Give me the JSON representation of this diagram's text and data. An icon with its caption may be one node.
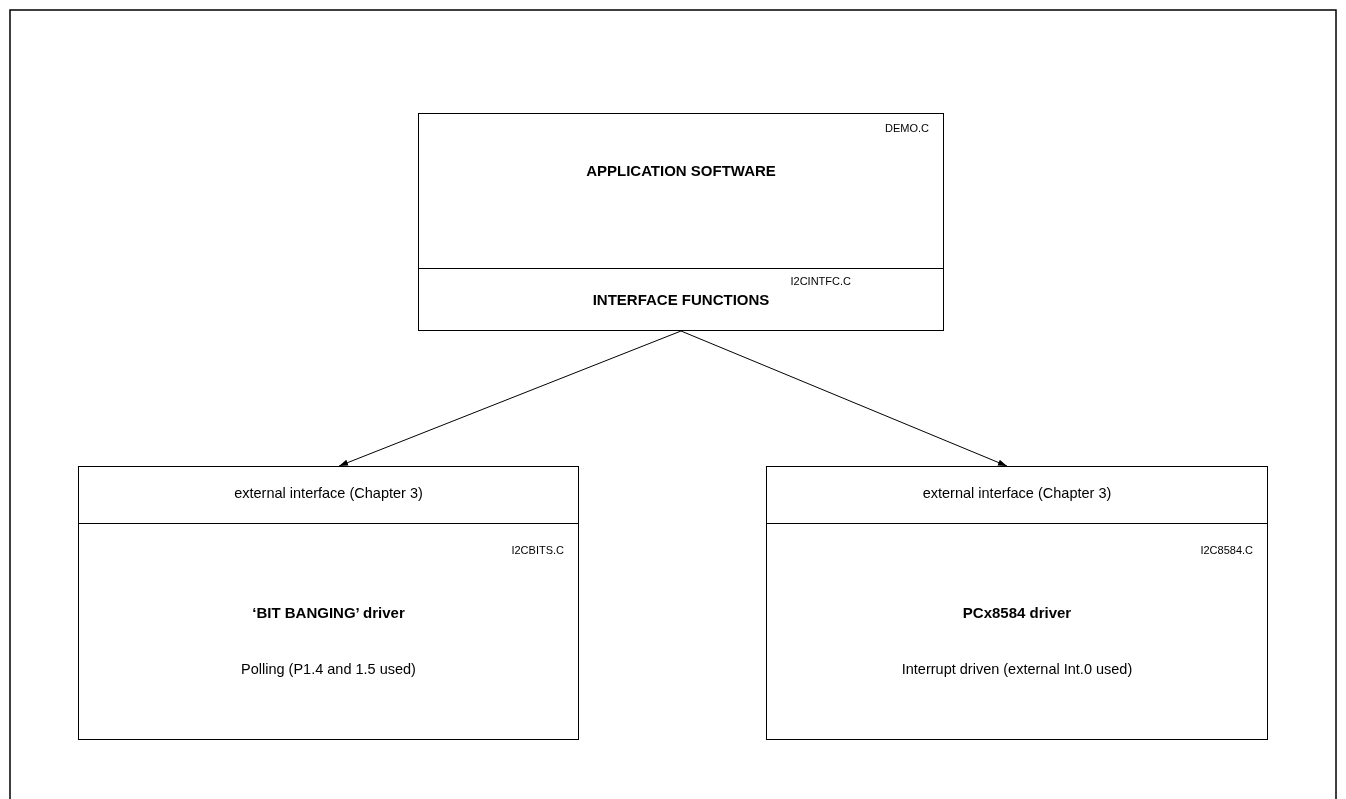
{
  "diagram": {
    "nodes": [
      {
        "text": [
          "DEMO.C",
          "APPLICATION SOFTWARE"
        ]
      },
      {
        "text": [
          "I2CINTFC.C",
          "INTERFACE FUNCTIONS"
        ]
      },
      {
        "text": [
          "external interface (Chapter 3)"
        ]
      },
      {
        "text": [
          "I2CBITS.C",
          "‘BIT BANGING’ driver",
          "Polling (P1.4 and 1.5 used)"
        ]
      },
      {
        "text": [
          "external interface (Chapter 3)"
        ]
      },
      {
        "text": [
          "I2C8584.C",
          "PCx8584 driver",
          "Interrupt driven (external Int.0 used)"
        ]
      }
    ],
    "edges": [
      {
        "from": 1,
        "to": 2,
        "arrow": "to"
      },
      {
        "from": 1,
        "to": 4,
        "arrow": "to"
      }
    ]
  }
}
